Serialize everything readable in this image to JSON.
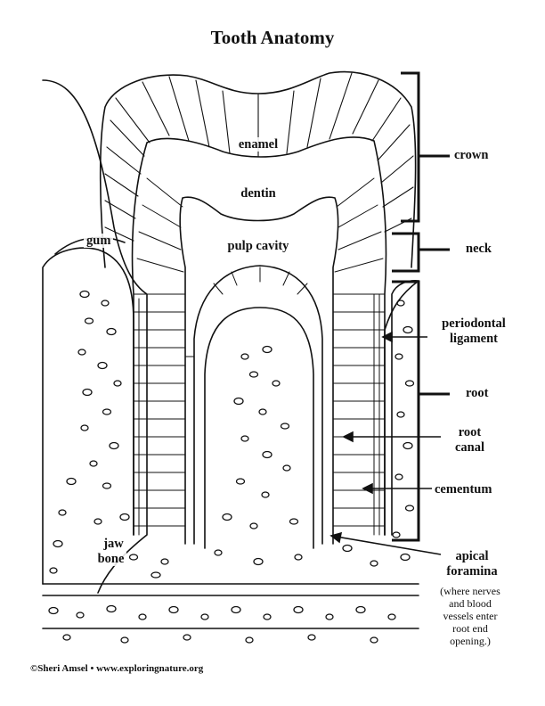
{
  "title": "Tooth Anatomy",
  "labels": {
    "enamel": "enamel",
    "dentin": "dentin",
    "pulp_cavity": "pulp cavity",
    "gum": "gum",
    "jaw_bone": "jaw\nbone",
    "crown": "crown",
    "neck": "neck",
    "periodontal_ligament": "periodontal\nligament",
    "root": "root",
    "root_canal": "root\ncanal",
    "cementum": "cementum",
    "apical_foramina": "apical\nforamina",
    "apical_note": "(where nerves\nand blood\nvessels enter\nroot end\nopening.)"
  },
  "credit": "©Sheri Amsel • www.exploringnature.org"
}
